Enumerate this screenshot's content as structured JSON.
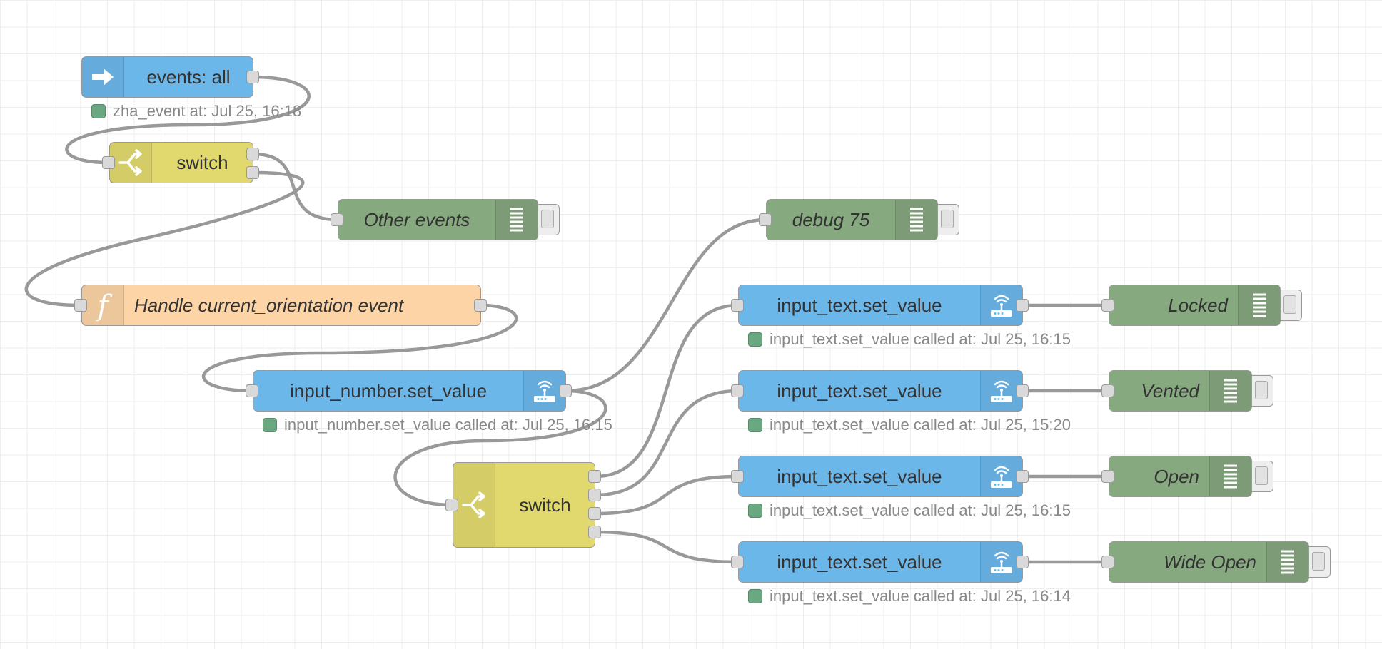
{
  "theme": {
    "inject_color": "#6cb7ea",
    "switch_color": "#e2d96e",
    "function_color": "#fcd4a6",
    "debug_color": "#87a980",
    "status_ok_color": "#6aa882"
  },
  "nodes": {
    "events_all": {
      "label": "events: all",
      "icon": "arrow-right-icon"
    },
    "switch_event": {
      "label": "switch",
      "icon": "switch-icon"
    },
    "debug_other": {
      "label": "Other events",
      "icon": "debug-list-icon"
    },
    "function_handle": {
      "label": "Handle current_orientation event",
      "icon": "function-icon"
    },
    "input_number": {
      "label": "input_number.set_value",
      "icon": "home-assistant-icon"
    },
    "debug_75": {
      "label": "debug 75",
      "icon": "debug-list-icon"
    },
    "switch_state": {
      "label": "switch",
      "icon": "switch-icon"
    },
    "input_text_1": {
      "label": "input_text.set_value",
      "icon": "home-assistant-icon"
    },
    "input_text_2": {
      "label": "input_text.set_value",
      "icon": "home-assistant-icon"
    },
    "input_text_3": {
      "label": "input_text.set_value",
      "icon": "home-assistant-icon"
    },
    "input_text_4": {
      "label": "input_text.set_value",
      "icon": "home-assistant-icon"
    },
    "debug_locked": {
      "label": "Locked",
      "icon": "debug-list-icon"
    },
    "debug_vented": {
      "label": "Vented",
      "icon": "debug-list-icon"
    },
    "debug_open": {
      "label": "Open",
      "icon": "debug-list-icon"
    },
    "debug_wide_open": {
      "label": "Wide Open",
      "icon": "debug-list-icon"
    }
  },
  "statuses": {
    "events_all": "zha_event at: Jul 25, 16:18",
    "input_number": "input_number.set_value called at: Jul 25, 16:15",
    "input_text_1": "input_text.set_value called at: Jul 25, 16:15",
    "input_text_2": "input_text.set_value called at: Jul 25, 15:20",
    "input_text_3": "input_text.set_value called at: Jul 25, 16:15",
    "input_text_4": "input_text.set_value called at: Jul 25, 16:14"
  }
}
